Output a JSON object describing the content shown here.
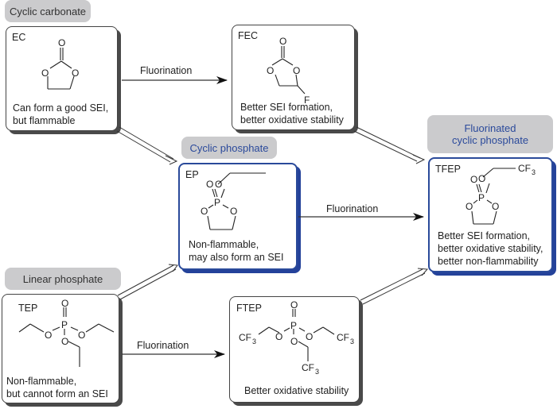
{
  "categories": {
    "cyclic_carbonate": "Cyclic carbonate",
    "cyclic_phosphate": "Cyclic phosphate",
    "fluorinated_cyclic_phosphate_line1": "Fluorinated",
    "fluorinated_cyclic_phosphate_line2": "cyclic phosphate",
    "linear_phosphate": "Linear phosphate"
  },
  "colors": {
    "category_bg": "#cbcbcd",
    "highlight_blue": "#2a4a9a",
    "box_border": "#444444"
  },
  "compounds": {
    "ec": {
      "name": "EC",
      "desc_line1": "Can form a good SEI,",
      "desc_line2": "but flammable"
    },
    "fec": {
      "name": "FEC",
      "desc_line1": "Better SEI formation,",
      "desc_line2": "better oxidative stability",
      "substituent": "F"
    },
    "ep": {
      "name": "EP",
      "desc_line1": "Non-flammable,",
      "desc_line2": "may also form an SEI"
    },
    "tfep": {
      "name": "TFEP",
      "desc_line1": "Better SEI formation,",
      "desc_line2": "better oxidative stability,",
      "desc_line3": "better non-flammability"
    },
    "tep": {
      "name": "TEP",
      "desc_line1": "Non-flammable,",
      "desc_line2": "but cannot form an SEI"
    },
    "ftep": {
      "name": "FTEP",
      "desc_line1": "Better oxidative stability"
    }
  },
  "atoms": {
    "O": "O",
    "P": "P",
    "CF": "CF",
    "sub3": "3"
  },
  "arrows": {
    "top": "Fluorination",
    "middle": "Fluorination",
    "bottom": "Fluorination"
  }
}
